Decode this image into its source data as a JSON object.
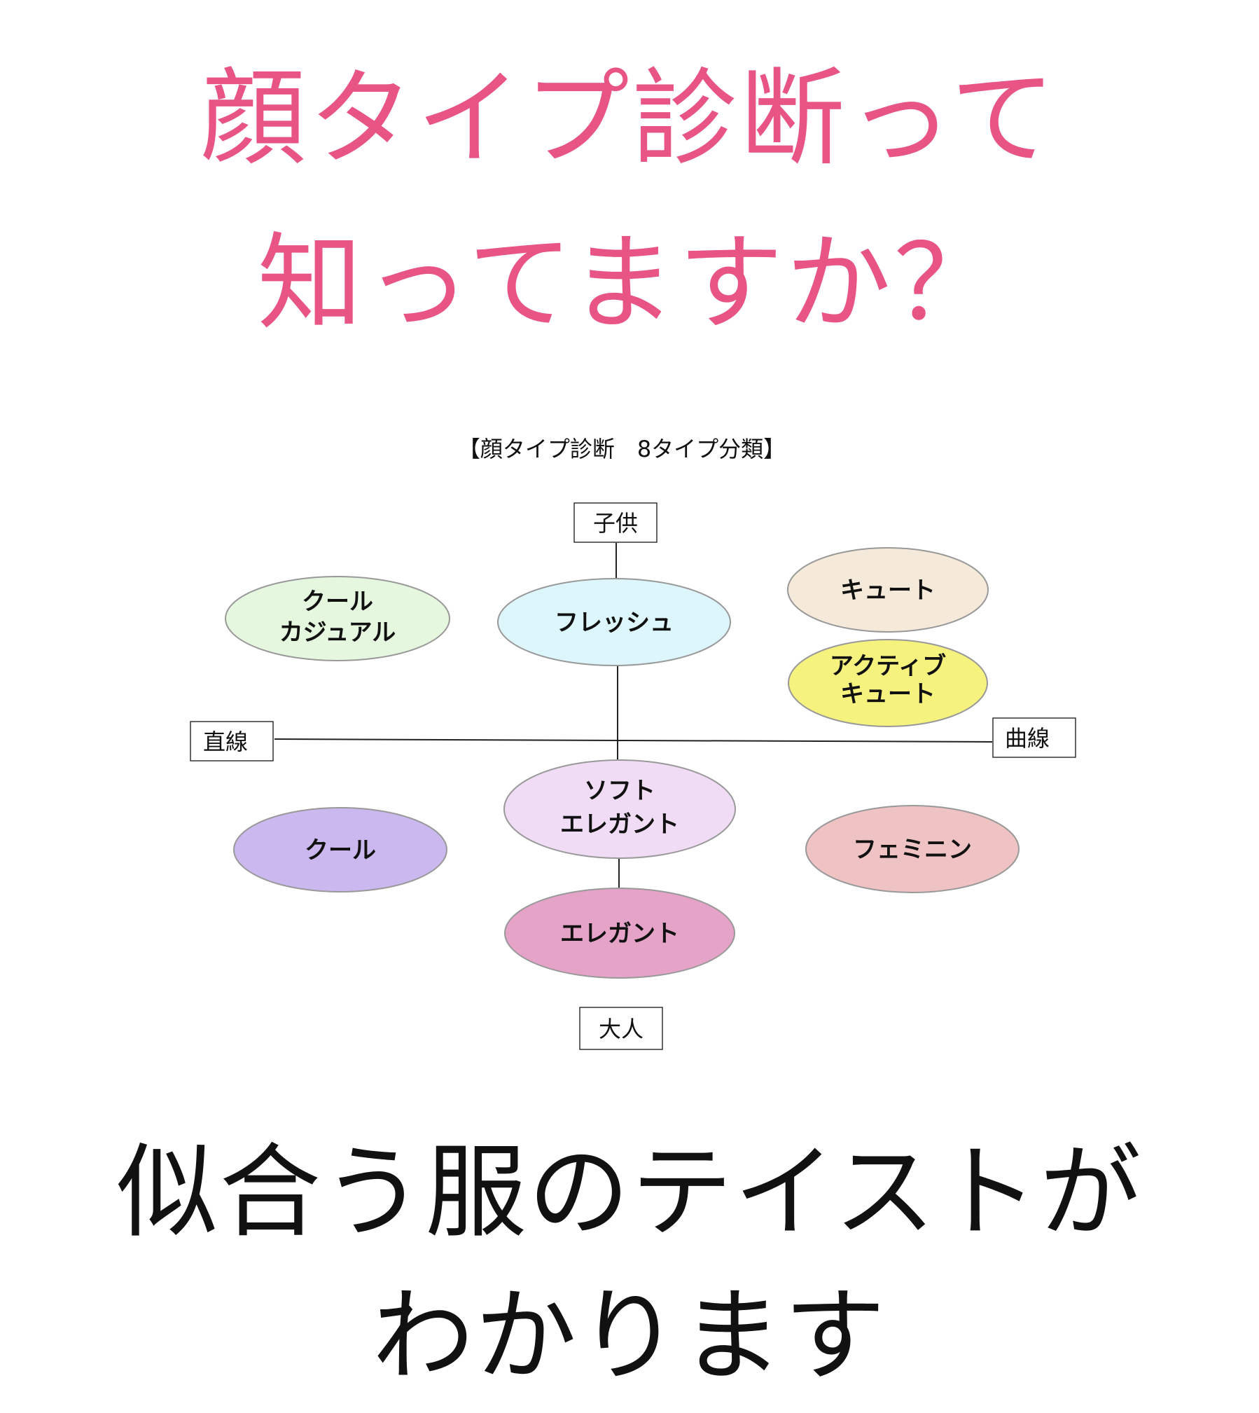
{
  "headline": {
    "line1": "顔タイプ診断って",
    "line2": "知ってますか？",
    "color": "#e85585"
  },
  "diagram": {
    "title": "【顔タイプ診断　8タイプ分類】",
    "axes": {
      "top": "子供",
      "bottom": "大人",
      "left": "直線",
      "right": "曲線"
    },
    "types": [
      {
        "id": "cool-casual",
        "lines": [
          "クール",
          "カジュアル"
        ],
        "color": "#e6f7df"
      },
      {
        "id": "fresh",
        "lines": [
          "フレッシュ"
        ],
        "color": "#dcf6fb"
      },
      {
        "id": "cute",
        "lines": [
          "キュート"
        ],
        "color": "#f5e9da"
      },
      {
        "id": "active-cute",
        "lines": [
          "アクティブ",
          "キュート"
        ],
        "color": "#f6f27e"
      },
      {
        "id": "soft-elegant",
        "lines": [
          "ソフト",
          "エレガント"
        ],
        "color": "#f1dcf6"
      },
      {
        "id": "cool",
        "lines": [
          "クール"
        ],
        "color": "#cbb8ef"
      },
      {
        "id": "feminine",
        "lines": [
          "フェミニン"
        ],
        "color": "#efc2c4"
      },
      {
        "id": "elegant",
        "lines": [
          "エレガント"
        ],
        "color": "#e6a3c8"
      }
    ]
  },
  "footer": {
    "line1": "似合う服のテイストが",
    "line2": "わかります"
  }
}
